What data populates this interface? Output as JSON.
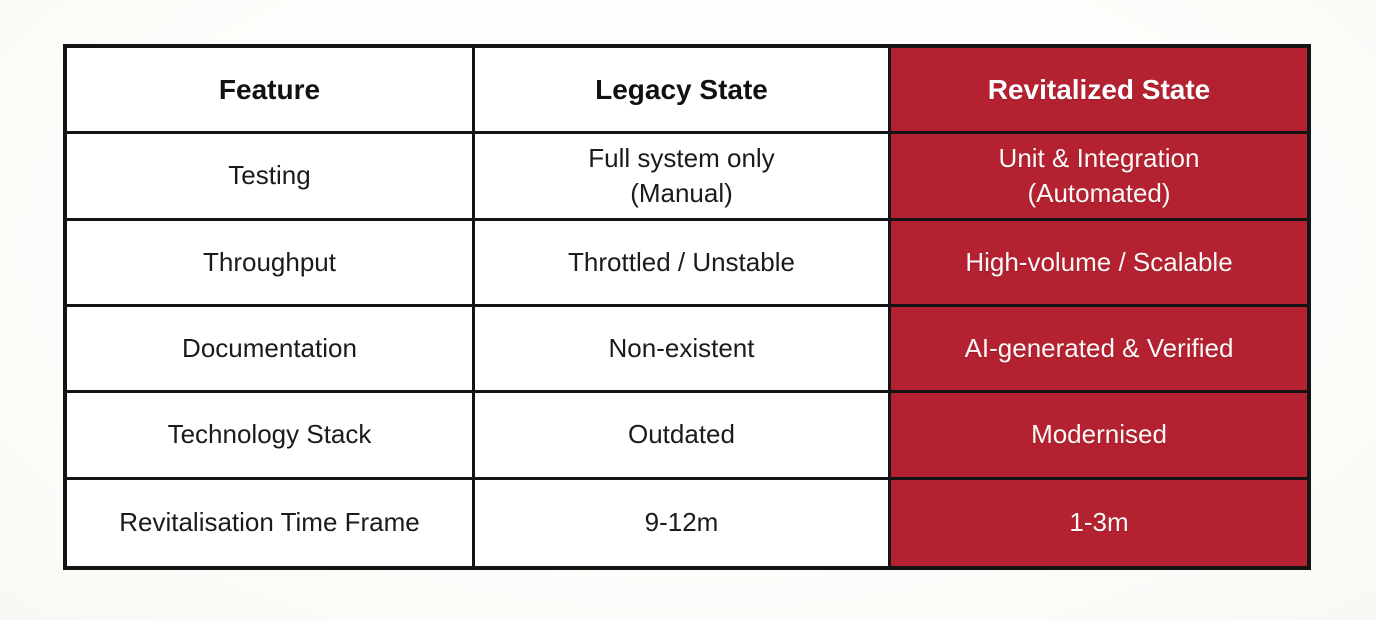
{
  "colors": {
    "accent_red": "#B42130",
    "border_black": "#141414",
    "cell_white": "#FFFFFF",
    "page_background": "#FBF9F5",
    "text_dark": "#1B1B1B",
    "text_light": "#FBF8F7"
  },
  "table": {
    "columns": [
      {
        "label": "Feature"
      },
      {
        "label": "Legacy State"
      },
      {
        "label": "Revitalized State"
      }
    ],
    "rows": [
      {
        "feature": "Testing",
        "legacy": "Full system only\n(Manual)",
        "revitalized": "Unit & Integration\n(Automated)"
      },
      {
        "feature": "Throughput",
        "legacy": "Throttled / Unstable",
        "revitalized": "High-volume / Scalable"
      },
      {
        "feature": "Documentation",
        "legacy": "Non-existent",
        "revitalized": "AI-generated & Verified"
      },
      {
        "feature": "Technology Stack",
        "legacy": "Outdated",
        "revitalized": "Modernised"
      },
      {
        "feature": "Revitalisation Time Frame",
        "legacy": "9-12m",
        "revitalized": "1-3m"
      }
    ]
  }
}
